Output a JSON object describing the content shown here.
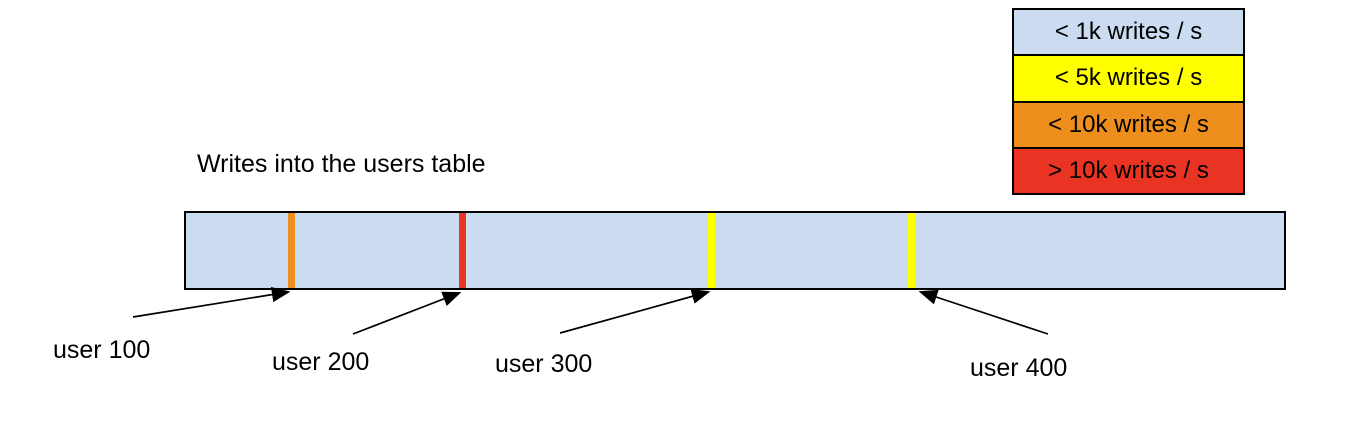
{
  "title": "Writes into the users table",
  "legend": {
    "items": [
      {
        "label": "< 1k writes / s",
        "color": "#cbdcf1"
      },
      {
        "label": "< 5k writes / s",
        "color": "#ffff00"
      },
      {
        "label": "< 10k writes / s",
        "color": "#ee8f1d"
      },
      {
        "label": "> 10k writes / s",
        "color": "#e93323"
      }
    ]
  },
  "bar": {
    "fill": "#cbdcf1",
    "border_color": "#000000",
    "markers": [
      {
        "label": "user 100",
        "color": "#ee8f1d",
        "write_rate": "< 10k writes / s"
      },
      {
        "label": "user 200",
        "color": "#e93323",
        "write_rate": "> 10k writes / s"
      },
      {
        "label": "user 300",
        "color": "#ffff00",
        "write_rate": "< 5k writes / s"
      },
      {
        "label": "user 400",
        "color": "#ffff00",
        "write_rate": "< 5k writes / s"
      }
    ]
  }
}
